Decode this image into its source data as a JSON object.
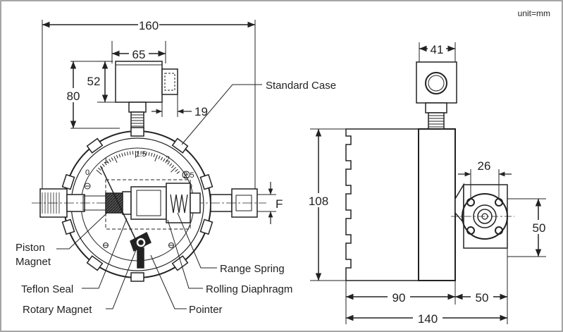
{
  "unit_label": "unit=mm",
  "dimensions": {
    "overall_width": "160",
    "junction_box_width": "65",
    "junction_box_height": "52",
    "overall_case_height": "80",
    "conduit_offset": "19",
    "side_box_width": "41",
    "body_height": "108",
    "flange_pitch": "26",
    "flange_height": "50",
    "flange_symbol": "F",
    "body_depth": "90",
    "flange_depth": "50",
    "total_depth": "140"
  },
  "dial": {
    "scale_labels": [
      "0",
      "1",
      "1.5",
      "2",
      "2.5"
    ]
  },
  "callouts": {
    "standard_case": "Standard Case",
    "piston_magnet_1": "Piston",
    "piston_magnet_2": "Magnet",
    "teflon_seal": "Teflon Seal",
    "rotary_magnet": "Rotary Magnet",
    "pointer": "Pointer",
    "range_spring": "Range Spring",
    "rolling_diaphragm": "Rolling Diaphragm"
  },
  "colors": {
    "line": "#222222",
    "frame": "#888888",
    "background": "#ffffff"
  }
}
